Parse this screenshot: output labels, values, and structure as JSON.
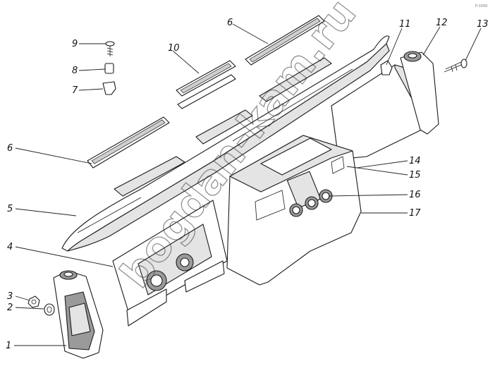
{
  "watermark": "bogdan-kam.ru",
  "corner_code": "P-1000",
  "callouts": [
    "1",
    "2",
    "3",
    "4",
    "5",
    "6",
    "6",
    "7",
    "8",
    "9",
    "10",
    "11",
    "12",
    "13",
    "14",
    "15",
    "16",
    "17"
  ]
}
